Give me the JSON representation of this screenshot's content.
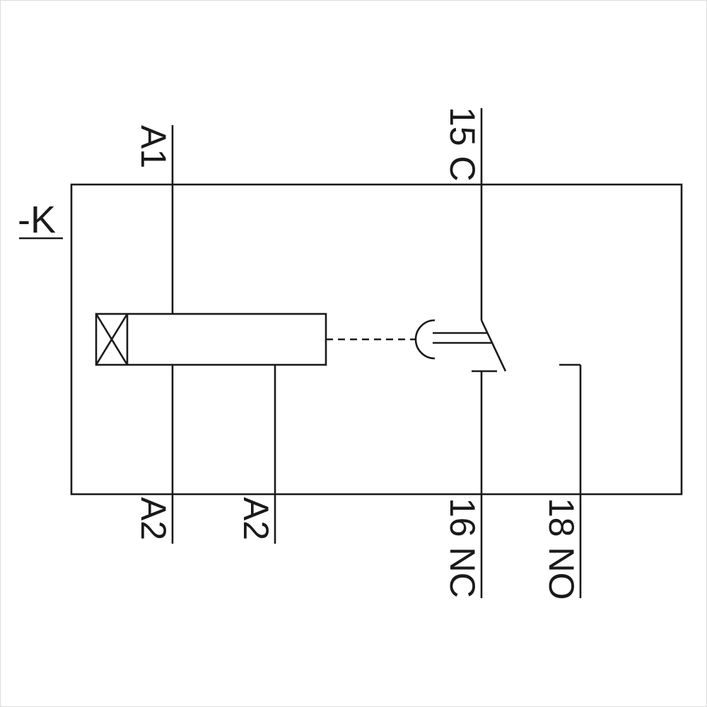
{
  "diagram": {
    "type": "relay-wiring-schematic",
    "device_label": "-K",
    "terminals": {
      "coil_top": "A1",
      "common_top": "15 C",
      "coil_bottom_left": "A2",
      "coil_bottom_right": "A2",
      "nc_bottom": "16 NC",
      "no_bottom": "18 NO"
    },
    "colors": {
      "line": "#1a1a1a",
      "background": "#ffffff",
      "frame": "#dcdcdc"
    }
  }
}
